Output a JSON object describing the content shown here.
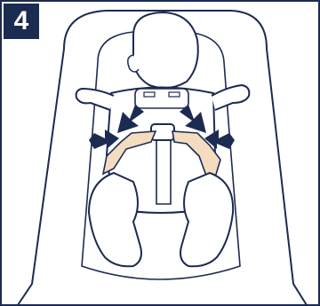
{
  "step": {
    "number": "4"
  },
  "colors": {
    "line": "#1c2b52",
    "strap": "#f3dcc0",
    "badge_bg": "#1c2b52",
    "badge_text": "#ffffff",
    "background": "#ffffff"
  },
  "figure": {
    "subject": "infant-in-carrier-seat",
    "arrows": [
      "arrow-left-upper",
      "arrow-left-lower",
      "arrow-right-upper",
      "arrow-right-lower"
    ]
  }
}
